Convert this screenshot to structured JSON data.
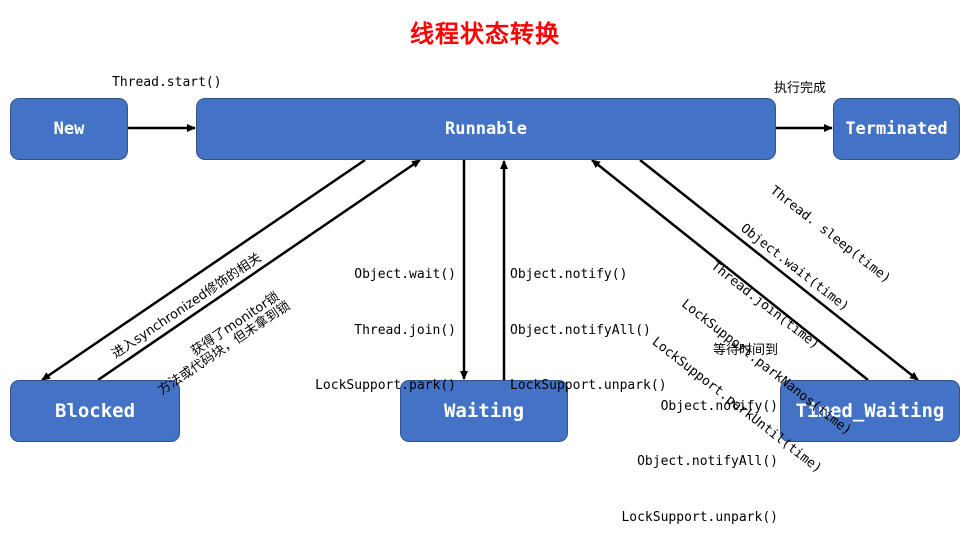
{
  "title": "线程状态转换",
  "states": {
    "new": "New",
    "runnable": "Runnable",
    "terminated": "Terminated",
    "blocked": "Blocked",
    "waiting": "Waiting",
    "timed_waiting": "Timed_Waiting"
  },
  "transitions": {
    "start": "Thread.start()",
    "finish": "执行完成",
    "to_blocked": [
      "进入synchronized修饰的相关",
      "方法或代码块，但未拿到锁"
    ],
    "from_blocked": "获得了monitor锁",
    "to_waiting": [
      "Object.wait()",
      "Thread.join()",
      "LockSupport.park()"
    ],
    "from_waiting": [
      "Object.notify()",
      "Object.notifyAll()",
      "LockSupport.unpark()"
    ],
    "from_timed": [
      "等待时间到",
      "Object.notify()",
      "Object.notifyAll()",
      "LockSupport.unpark()"
    ],
    "to_timed": [
      "Thread. sleep(time)",
      "Object.wait(time)",
      "Thread.join(time)",
      "LockSupport.parkNanos(time)",
      "LockSupport.parkUntil(time)"
    ]
  },
  "colors": {
    "title": "#ff0000",
    "state_fill": "#4472c4",
    "state_border": "#2f528f",
    "arrow": "#000000"
  }
}
